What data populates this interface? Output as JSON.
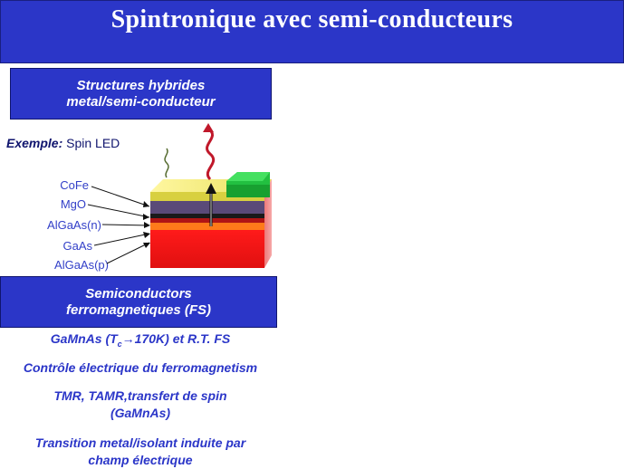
{
  "title": "Spintronique avec semi-conducteurs",
  "box1": {
    "line1": "Structures hybrides",
    "line2": "metal/semi-conducteur"
  },
  "example": {
    "label": "Exemple:",
    "value": "Spin LED"
  },
  "layers": [
    "CoFe",
    "MgO",
    "AlGaAs(n)",
    "GaAs",
    "AlGaAs(p)"
  ],
  "box2": {
    "line1": "Semiconductors",
    "line2": "ferromagnetiques (FS)"
  },
  "bullets": {
    "b1_pre": "GaMnAs (T",
    "b1_sub": "c",
    "b1_post": "→170K) et R.T. FS",
    "b2": "Contrôle électrique du ferromagnetism",
    "b3_line1": "TMR, TAMR,transfert de spin",
    "b3_line2": "(GaMnAs)",
    "b4_line1": "Transition metal/isolant induite par",
    "b4_line2": "champ électrique"
  },
  "colors": {
    "title_bg": "#2b36c8",
    "text_blue": "#2b36c8",
    "label_blue": "#3340c8"
  }
}
